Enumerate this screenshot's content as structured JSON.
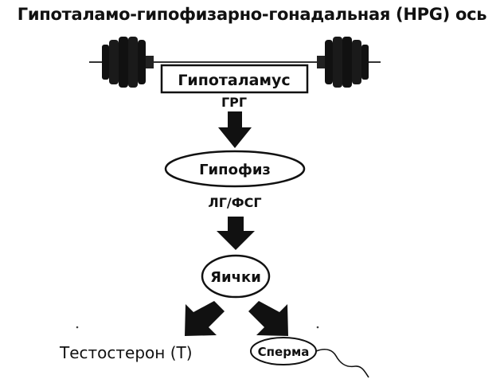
{
  "title": "Гипоталамо-гипофизарно-гонадальная (HPG) ось",
  "nodes": {
    "hypothalamus": "Гипоталамус",
    "pituitary": "Гипофиз",
    "testes": "Яички",
    "sperm": "Сперма"
  },
  "hormones": {
    "grh": "ГРГ",
    "lh_fsh": "ЛГ/ФСГ"
  },
  "outputs": {
    "testosterone": "Тестостерон (Т)"
  },
  "colors": {
    "ink": "#111111",
    "background": "#ffffff"
  },
  "icons": {
    "barbell": "barbell-icon",
    "sperm_tail": "sperm-tail-icon"
  }
}
